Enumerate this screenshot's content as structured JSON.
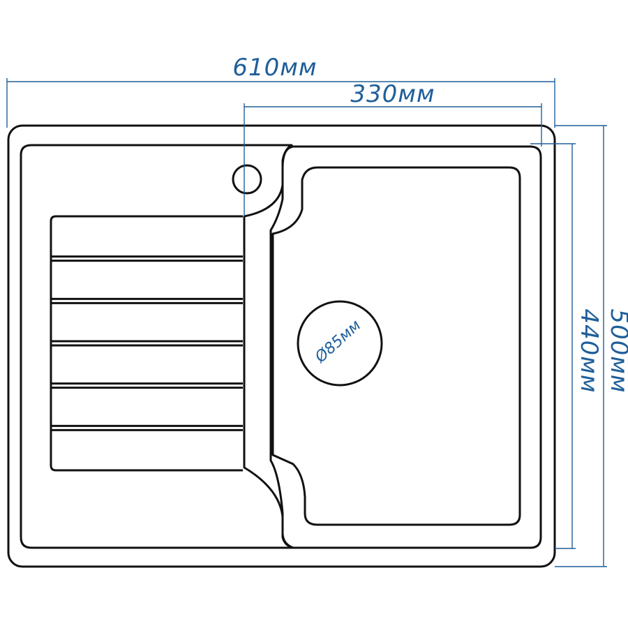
{
  "dimensions": {
    "total_width": "610мм",
    "bowl_width": "330мм",
    "total_depth": "500мм",
    "bowl_depth": "440мм",
    "drain_diameter": "Ø85мм"
  },
  "colors": {
    "outline": "#111111",
    "dimension_lines": "#1f5f9a",
    "background": "#ffffff"
  },
  "drainer": {
    "groove_count": 5
  }
}
